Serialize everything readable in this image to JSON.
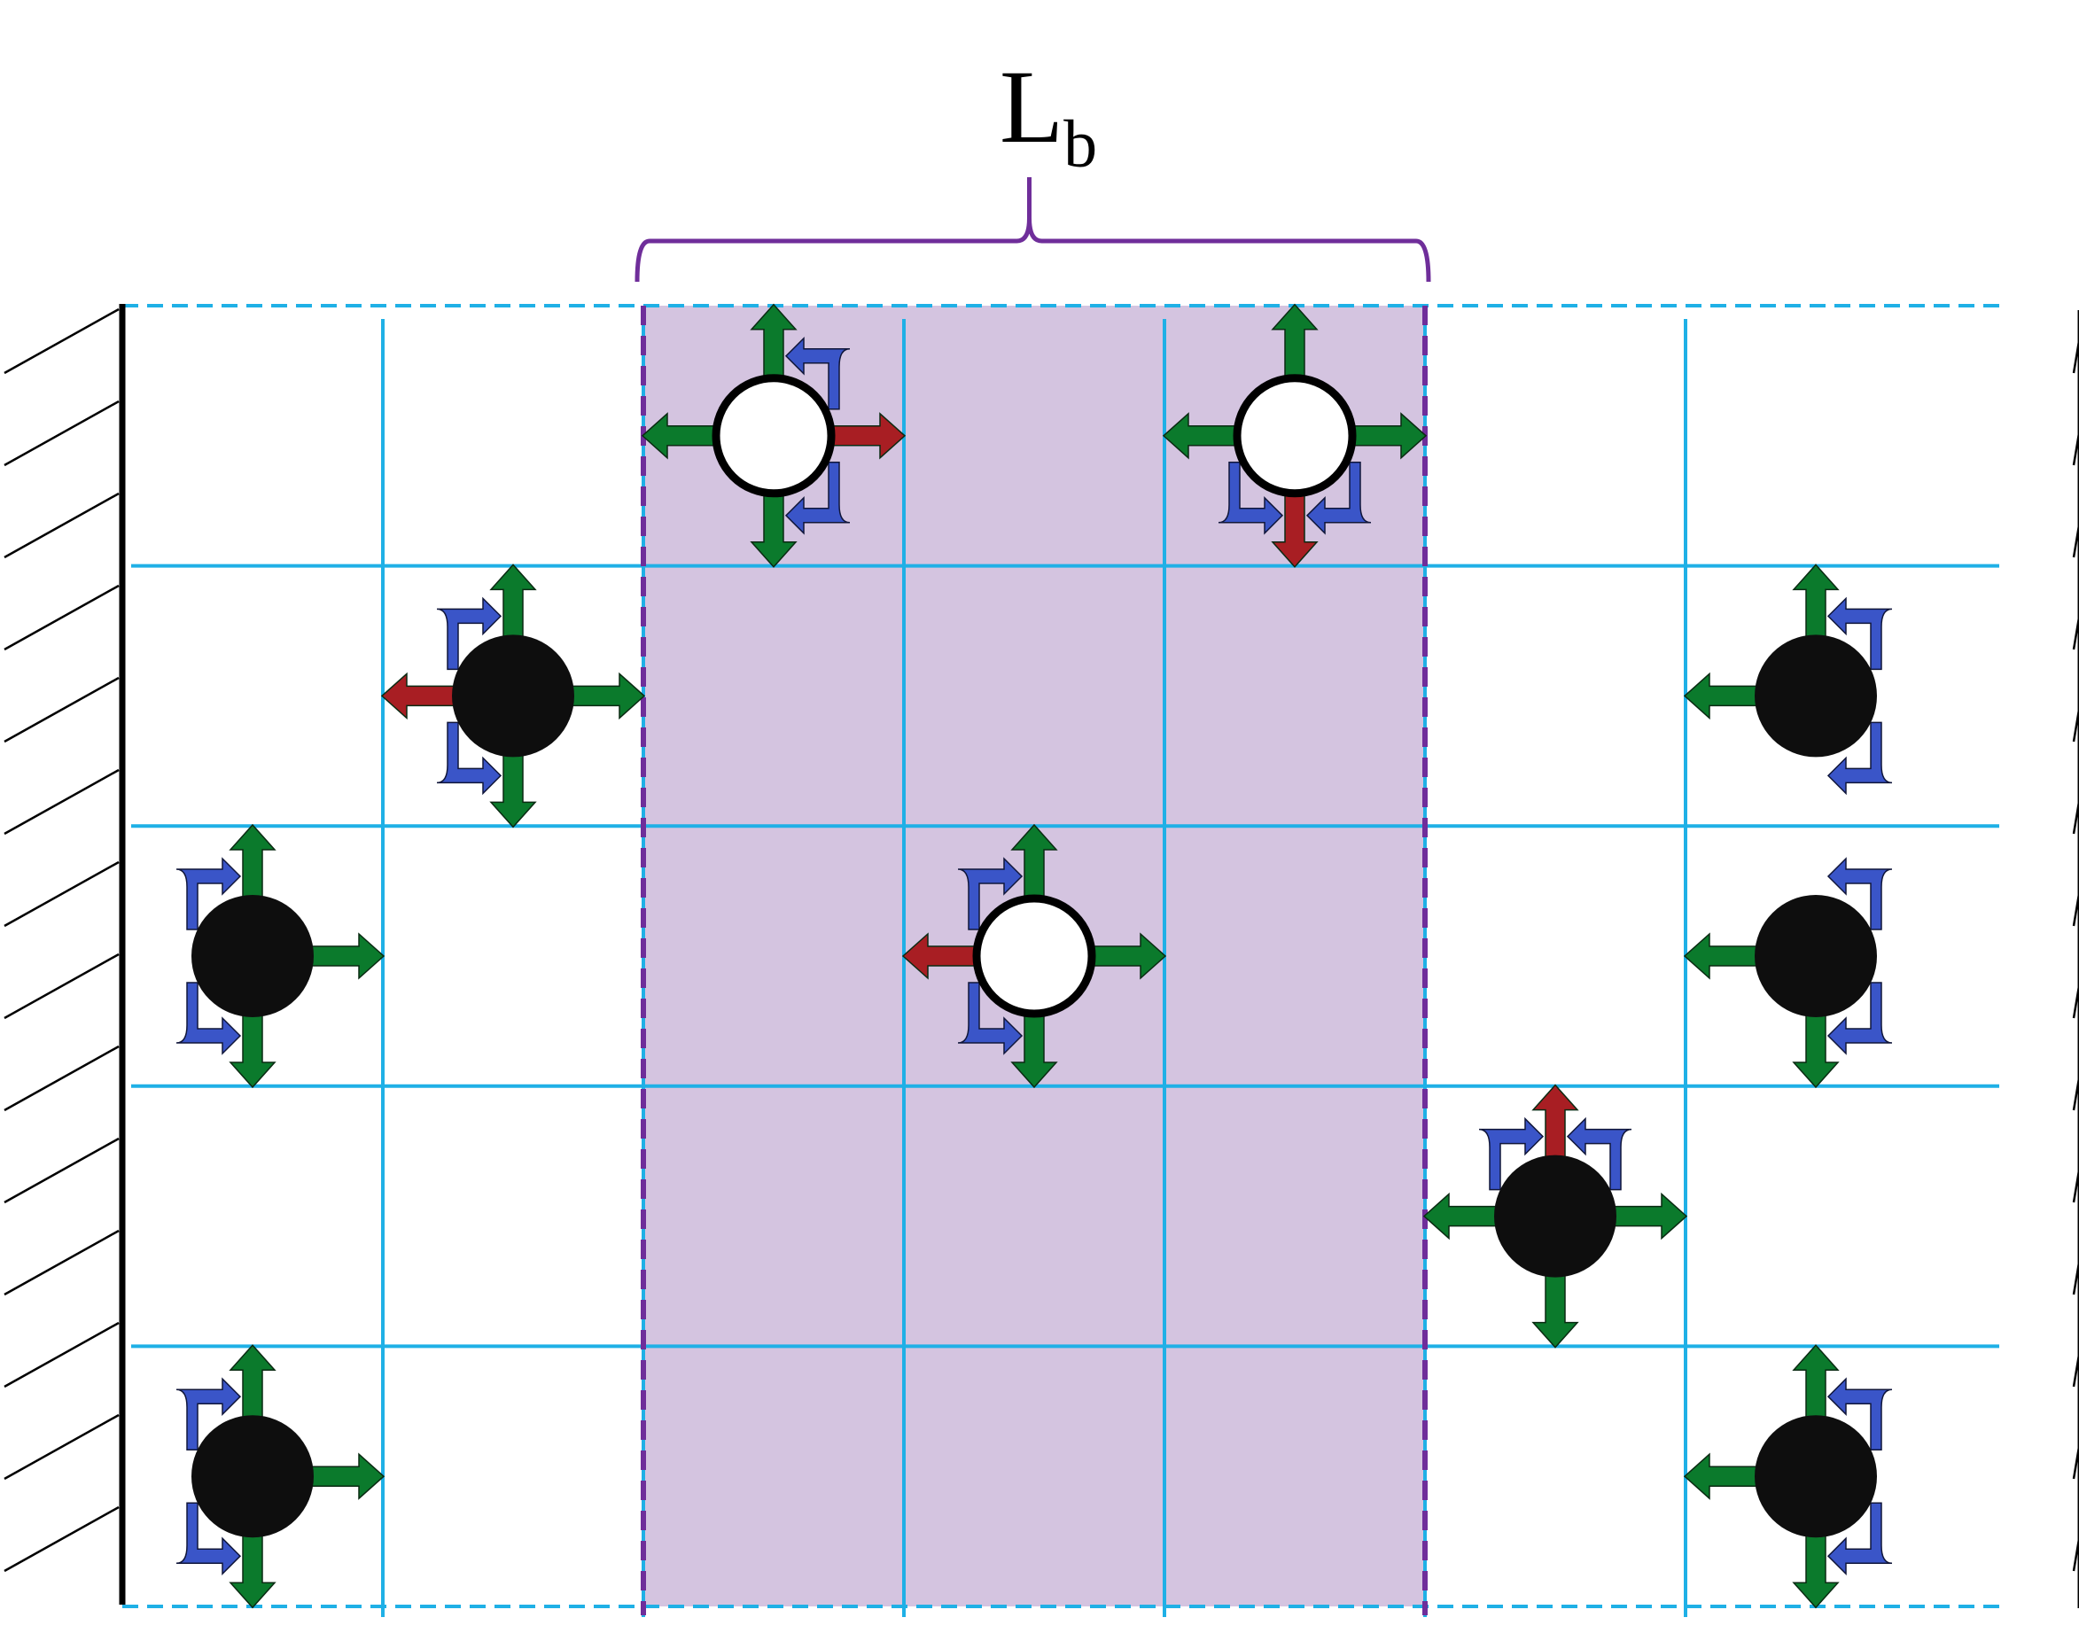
{
  "label": {
    "main": "L",
    "sub": "b"
  },
  "colors": {
    "grid": "#1fb0e6",
    "band_fill": "#d4c4e0",
    "band_border": "#6f2e9a",
    "brace": "#6f2e9a",
    "wall": "#000000",
    "particle_filled": "#0e0e0e",
    "particle_open": "#ffffff",
    "arrow_green": "#0b7a2c",
    "arrow_red": "#a81e23",
    "arrow_blue": "#3a55c8"
  },
  "grid": {
    "columns": 7,
    "rows": 5,
    "band_columns": [
      2,
      4
    ]
  },
  "particles": [
    {
      "id": "p1",
      "col": 2.5,
      "row": 0.5,
      "type": "open",
      "green": [
        "up",
        "left",
        "down"
      ],
      "red": [
        "right"
      ],
      "blue": [
        "rot-ur-cw",
        "rot-dr-cw"
      ]
    },
    {
      "id": "p2",
      "col": 4.5,
      "row": 0.5,
      "type": "open",
      "green": [
        "up",
        "left",
        "right"
      ],
      "red": [
        "down"
      ],
      "blue": [
        "rot-dl-ccw",
        "rot-dr-ccw"
      ]
    },
    {
      "id": "p3",
      "col": 1.5,
      "row": 1.5,
      "type": "filled",
      "green": [
        "up",
        "right",
        "down"
      ],
      "red": [
        "left"
      ],
      "blue": [
        "rot-ul-cw",
        "rot-dl-ccw"
      ]
    },
    {
      "id": "p4",
      "col": 6.5,
      "row": 1.5,
      "type": "filled",
      "green": [
        "up",
        "left"
      ],
      "red": [],
      "blue": [
        "rot-ur-cw",
        "rot-dr-cw"
      ]
    },
    {
      "id": "p5",
      "col": 0.5,
      "row": 2.5,
      "type": "filled",
      "green": [
        "up",
        "right",
        "down"
      ],
      "red": [],
      "blue": [
        "rot-ul-cw",
        "rot-dl-ccw"
      ]
    },
    {
      "id": "p6",
      "col": 3.5,
      "row": 2.5,
      "type": "open",
      "green": [
        "up",
        "right",
        "down"
      ],
      "red": [
        "left"
      ],
      "blue": [
        "rot-ul-cw",
        "rot-dl-ccw"
      ]
    },
    {
      "id": "p7",
      "col": 6.5,
      "row": 2.5,
      "type": "filled",
      "green": [
        "left",
        "down"
      ],
      "red": [],
      "blue": [
        "rot-ur-cw",
        "rot-dr-cw"
      ]
    },
    {
      "id": "p8",
      "col": 5.5,
      "row": 3.5,
      "type": "filled",
      "green": [
        "left",
        "right",
        "down"
      ],
      "red": [
        "up"
      ],
      "blue": [
        "rot-ul-ccw",
        "rot-ur-cw"
      ]
    },
    {
      "id": "p9",
      "col": 0.5,
      "row": 4.5,
      "type": "filled",
      "green": [
        "up",
        "right",
        "down"
      ],
      "red": [],
      "blue": [
        "rot-ul-cw",
        "rot-dl-ccw"
      ]
    },
    {
      "id": "p10",
      "col": 6.5,
      "row": 4.5,
      "type": "filled",
      "green": [
        "up",
        "left",
        "down"
      ],
      "red": [],
      "blue": [
        "rot-ur-cw",
        "rot-dr-cw"
      ]
    }
  ]
}
